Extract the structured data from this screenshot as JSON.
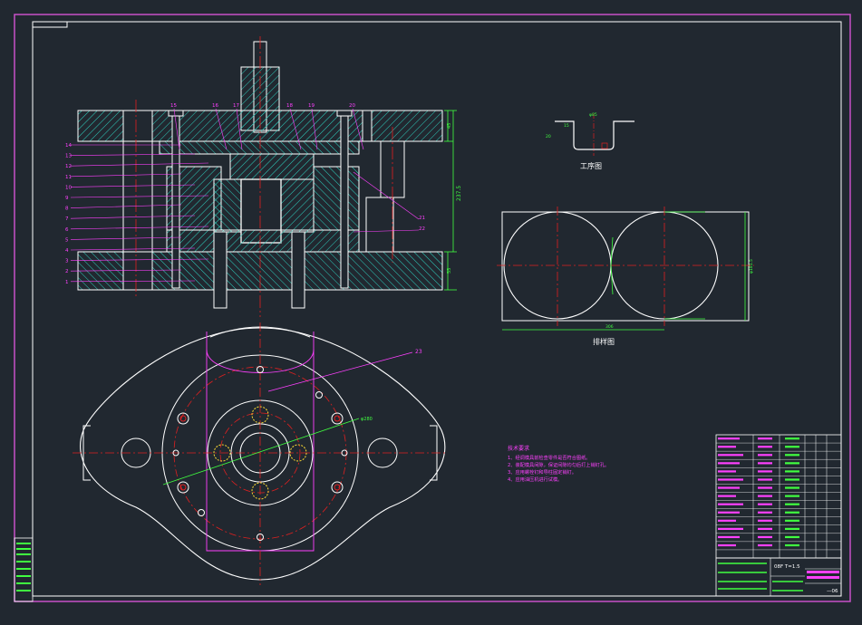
{
  "drawing": {
    "colors": {
      "background": "#212830",
      "border": "#c850c8",
      "frame": "#ffffff",
      "hatch": "#2fd1c0",
      "centerline": "#e02020",
      "leader": "#ff40ff",
      "dimension": "#40ff40",
      "hidden": "#ffdd33"
    },
    "callouts_left": [
      "14",
      "13",
      "12",
      "11",
      "10",
      "9",
      "8",
      "7",
      "6",
      "5",
      "4",
      "3",
      "2",
      "1"
    ],
    "callouts_top": [
      "15",
      "16",
      "17",
      "18",
      "19",
      "20"
    ],
    "callouts_right": [
      "21",
      "22"
    ],
    "callout_bottom_view": "23",
    "dim_height_total": "237.5",
    "dim_height_upper": "45",
    "dim_height_lower": "55",
    "process_title": "工序图",
    "process_dims": {
      "top": "φ85",
      "side": "15",
      "left": "20"
    },
    "layout_title": "排样图",
    "layout_dims": {
      "bottom": "306",
      "right": "φ181.5"
    },
    "bolt_circle_dim": "φ280",
    "tech_title": "技术要求",
    "tech_notes": [
      "1、经调模具前检查零件是否符合图纸。",
      "2、装配模具间隙，保证间隙均匀后打上销钉孔。",
      "3、应用螺栓钉和导柱固定销钉。",
      "4、应用油压机进行试模。"
    ],
    "title_block": {
      "material_thk": "08F  T=1.5",
      "drawing_no": "—06",
      "rows": 14
    }
  }
}
